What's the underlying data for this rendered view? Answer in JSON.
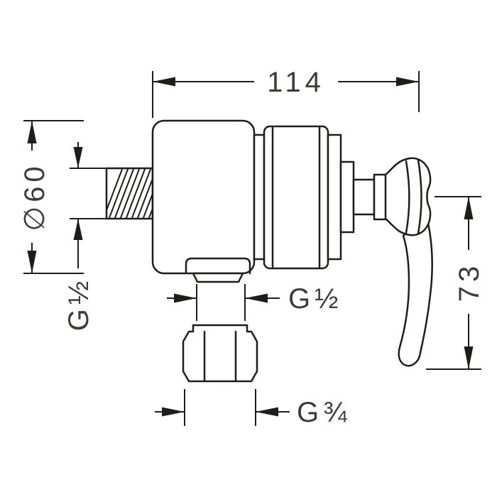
{
  "drawing": {
    "kind": "dimensioned technical line drawing of a wall-mounted valve with lever handle and union nut",
    "dimensions": {
      "top_width": "114",
      "left_diameter": "∅60",
      "inlet_thread": "G½",
      "outlet_thread": "G½",
      "right_height": "73",
      "nut_thread": "G¾"
    },
    "style": {
      "line_color": "#1d1d1b",
      "text_color": "#3c3c3b",
      "background": "#ffffff"
    }
  }
}
